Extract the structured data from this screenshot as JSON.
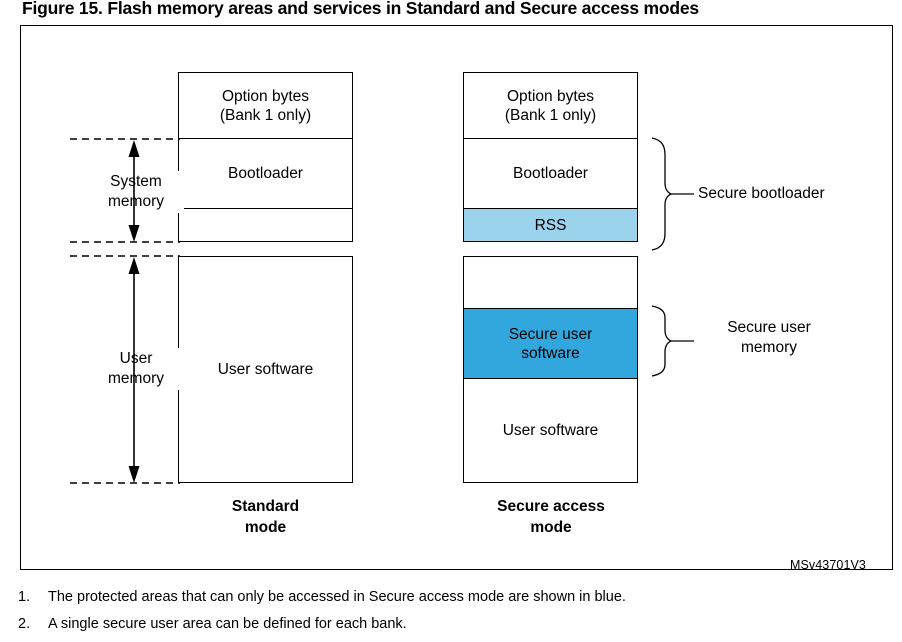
{
  "figure": {
    "title": "Figure 15. Flash memory areas and services in Standard and Secure access modes",
    "watermark": "MSv43701V3"
  },
  "standard_column": {
    "caption_line1": "Standard",
    "caption_line2": "mode",
    "cells": [
      {
        "label_line1": "Option bytes",
        "label_line2": "(Bank 1 only)",
        "fill": "#ffffff"
      },
      {
        "label_line1": "Bootloader",
        "label_line2": "",
        "fill": "#ffffff"
      },
      {
        "label_line1": "",
        "label_line2": "",
        "fill": "#ffffff"
      },
      {
        "label_line1": "User software",
        "label_line2": "",
        "fill": "#ffffff"
      }
    ]
  },
  "secure_column": {
    "caption_line1": "Secure access",
    "caption_line2": "mode",
    "cells": [
      {
        "label_line1": "Option bytes",
        "label_line2": "(Bank 1 only)",
        "fill": "#ffffff"
      },
      {
        "label_line1": "Bootloader",
        "label_line2": "",
        "fill": "#ffffff"
      },
      {
        "label_line1": "RSS",
        "label_line2": "",
        "fill": "#9bd3ed"
      },
      {
        "label_line1": "",
        "label_line2": "",
        "fill": "#ffffff"
      },
      {
        "label_line1": "Secure user",
        "label_line2": "software",
        "fill": "#31a7de"
      },
      {
        "label_line1": "User software",
        "label_line2": "",
        "fill": "#ffffff"
      }
    ]
  },
  "range_labels": [
    {
      "line1": "System",
      "line2": "memory"
    },
    {
      "line1": "User",
      "line2": "memory"
    }
  ],
  "brace_labels": [
    {
      "line1": "Secure bootloader",
      "line2": ""
    },
    {
      "line1": "Secure user",
      "line2": "memory"
    }
  ],
  "footnotes": [
    {
      "num": "1.",
      "text": "The protected areas that can only be accessed in Secure access mode are shown in blue."
    },
    {
      "num": "2.",
      "text": "A single secure user area can be defined for each bank."
    }
  ],
  "colors": {
    "rss_blue": "#9bd3ed",
    "secure_user_blue": "#31a7de",
    "line": "#000000",
    "background": "#ffffff"
  }
}
